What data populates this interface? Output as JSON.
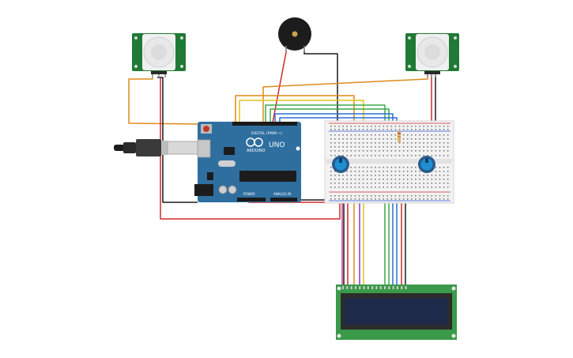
{
  "arduino": {
    "brand_text": "ARDUINO",
    "model_text": "UNO",
    "digital_header_label": "DIGITAL (PWM ~)",
    "power_header_label": "POWER",
    "analog_header_label": "ANALOG IN",
    "board_color": "#2f6fa0"
  },
  "buzzer": {
    "color": "#1c1c1c",
    "center_color": "#c9a24a"
  },
  "pir_sensors": {
    "color": "#1f7a35",
    "dome_color": "#e8e8e8"
  },
  "breadboard": {
    "color": "#f2f2f2",
    "rail_red": "#d62b2b",
    "rail_blue": "#2b55d6"
  },
  "potentiometers": {
    "body_color": "#2b5a8c",
    "knob_color": "#1e8fd1"
  },
  "lcd": {
    "board_color": "#3a9a4a",
    "screen_color": "#1d2a4a",
    "bezel_color": "#2c2c2c"
  },
  "wire_colors": {
    "red": "#d22a2a",
    "black": "#1a1a1a",
    "orange": "#e08a1c",
    "yellow": "#e0c41c",
    "green": "#3aa84a",
    "blue": "#2a6fd2",
    "magenta": "#c23a9a",
    "purple": "#7a3ac2",
    "brown": "#7a4a2a"
  }
}
